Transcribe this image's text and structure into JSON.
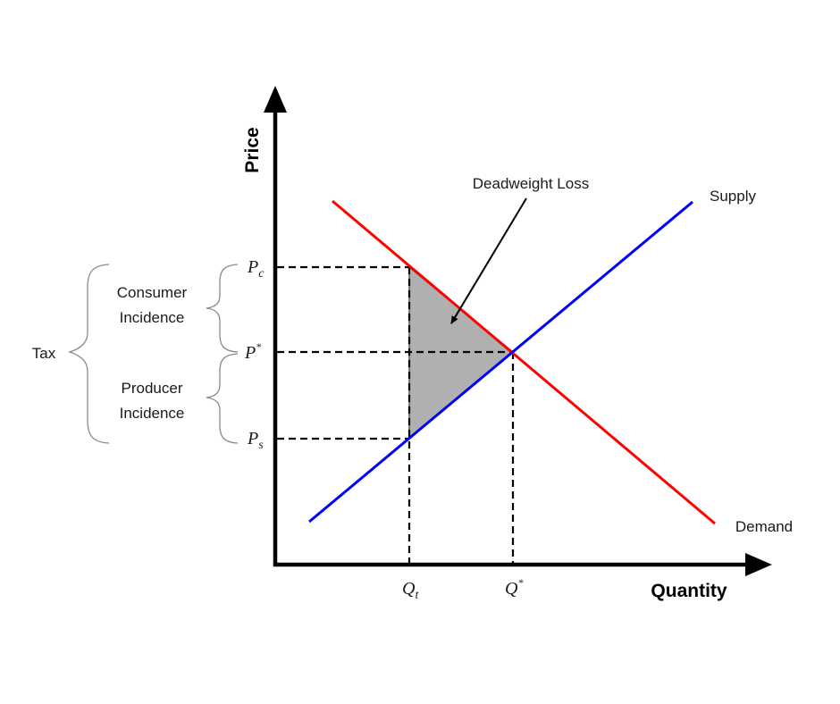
{
  "axes": {
    "y_label": "Price",
    "x_label": "Quantity"
  },
  "curves": {
    "supply": {
      "label": "Supply",
      "color": "#0000ff"
    },
    "demand": {
      "label": "Demand",
      "color": "#ff0000"
    }
  },
  "price_levels": {
    "consumer": {
      "base": "P",
      "sub": "c",
      "sup": ""
    },
    "equilibrium": {
      "base": "P",
      "sub": "",
      "sup": "*"
    },
    "producer": {
      "base": "P",
      "sub": "s",
      "sup": ""
    }
  },
  "quantity_levels": {
    "tax": {
      "base": "Q",
      "sub": "t",
      "sup": ""
    },
    "equilibrium": {
      "base": "Q",
      "sub": "",
      "sup": "*"
    }
  },
  "annotations": {
    "deadweight_loss": "Deadweight Loss",
    "consumer_incidence_line1": "Consumer",
    "consumer_incidence_line2": "Incidence",
    "producer_incidence_line1": "Producer",
    "producer_incidence_line2": "Incidence",
    "tax": "Tax"
  },
  "colors": {
    "deadweight_fill": "#b0b0b0",
    "axis": "#000000"
  }
}
